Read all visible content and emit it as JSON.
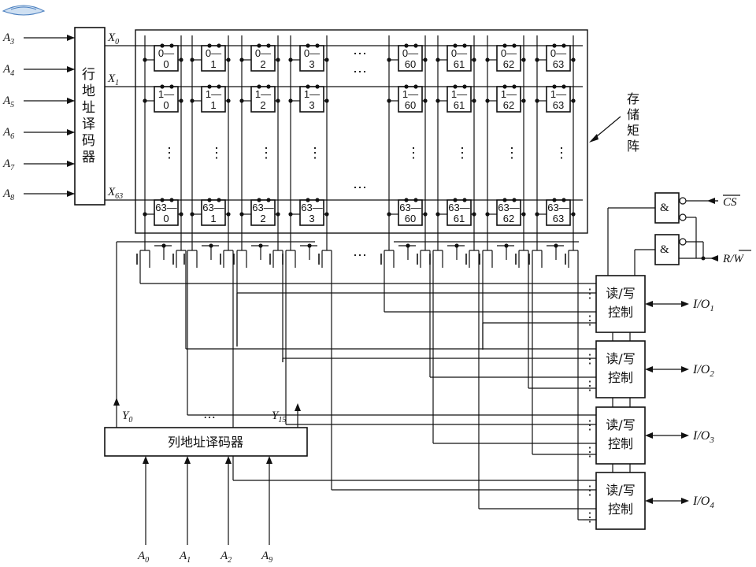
{
  "row_decoder": {
    "label": "行地址译码器",
    "inputs": [
      {
        "name": "A",
        "sub": "3"
      },
      {
        "name": "A",
        "sub": "4"
      },
      {
        "name": "A",
        "sub": "5"
      },
      {
        "name": "A",
        "sub": "6"
      },
      {
        "name": "A",
        "sub": "7"
      },
      {
        "name": "A",
        "sub": "8"
      }
    ],
    "outputs": [
      {
        "name": "X",
        "sub": "0"
      },
      {
        "name": "X",
        "sub": "1"
      },
      {
        "name": "X",
        "sub": "63"
      }
    ]
  },
  "matrix": {
    "label": "存储矩阵",
    "row0": [
      [
        "0—",
        "0"
      ],
      [
        "0—",
        "1"
      ],
      [
        "0—",
        "2"
      ],
      [
        "0—",
        "3"
      ],
      [
        "0—",
        "60"
      ],
      [
        "0—",
        "61"
      ],
      [
        "0—",
        "62"
      ],
      [
        "0—",
        "63"
      ]
    ],
    "row1": [
      [
        "1—",
        "0"
      ],
      [
        "1—",
        "1"
      ],
      [
        "1—",
        "2"
      ],
      [
        "1—",
        "3"
      ],
      [
        "1—",
        "60"
      ],
      [
        "1—",
        "61"
      ],
      [
        "1—",
        "62"
      ],
      [
        "1—",
        "63"
      ]
    ],
    "row63": [
      [
        "63—",
        "0"
      ],
      [
        "63—",
        "1"
      ],
      [
        "63—",
        "2"
      ],
      [
        "63—",
        "3"
      ],
      [
        "63—",
        "60"
      ],
      [
        "63—",
        "61"
      ],
      [
        "63—",
        "62"
      ],
      [
        "63—",
        "63"
      ]
    ],
    "ellipsis": "⋯",
    "vellipsis": "⋮"
  },
  "col_decoder": {
    "label": "列地址译码器",
    "outputs": [
      {
        "name": "Y",
        "sub": "0"
      },
      {
        "name": "Y",
        "sub": "15"
      }
    ],
    "inputs": [
      {
        "name": "A",
        "sub": "0"
      },
      {
        "name": "A",
        "sub": "1"
      },
      {
        "name": "A",
        "sub": "2"
      },
      {
        "name": "A",
        "sub": "9"
      }
    ],
    "ellipsis": "⋯"
  },
  "rw_blocks": [
    {
      "line1": "读/写",
      "line2": "控制",
      "io": "I/O",
      "sub": "1"
    },
    {
      "line1": "读/写",
      "line2": "控制",
      "io": "I/O",
      "sub": "2"
    },
    {
      "line1": "读/写",
      "line2": "控制",
      "io": "I/O",
      "sub": "3"
    },
    {
      "line1": "读/写",
      "line2": "控制",
      "io": "I/O",
      "sub": "4"
    }
  ],
  "gates": {
    "symbol": "&",
    "cs_label": "CS",
    "rw_label_r": "R/",
    "rw_label_w": "W"
  }
}
